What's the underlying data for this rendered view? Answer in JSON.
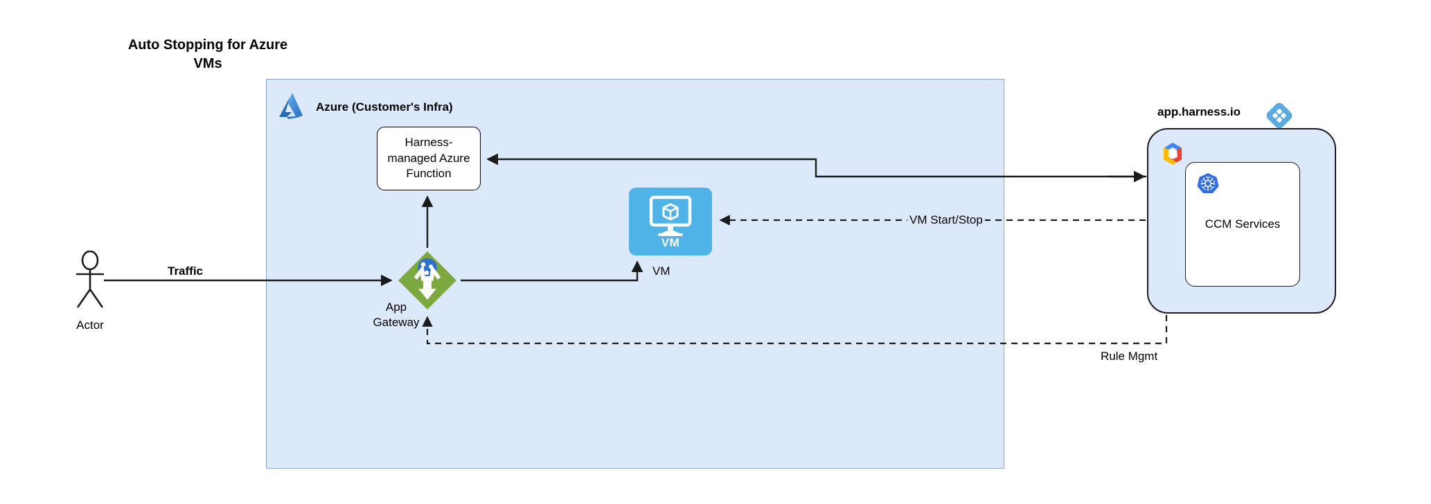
{
  "title": "Auto Stopping for Azure\nVMs",
  "azure_container": {
    "label": "Azure (Customer's Infra)",
    "icon": "azure-logo-icon",
    "fill_color": "#dce9fb",
    "border_color": "#8ba6d0"
  },
  "nodes": {
    "azure_function": {
      "label": "Harness-\nmanaged Azure\nFunction",
      "shape": "rounded-rect",
      "fill_color": "#ffffff"
    },
    "app_gateway": {
      "label": "App\nGateway",
      "icon": "app-gateway-icon",
      "shape": "diamond",
      "fill_color": "#7ba83f"
    },
    "vm": {
      "label": "VM",
      "icon_text": "VM",
      "icon": "virtual-machine-icon",
      "fill_color": "#4fb3e8"
    },
    "actor": {
      "label": "Actor",
      "icon": "actor-stick-figure-icon"
    }
  },
  "harness": {
    "title": "app.harness.io",
    "logo_icon": "harness-logo-icon",
    "logo_color": "#5aaae0",
    "cloud_icon": "gcp-logo-icon",
    "panel_fill_color": "#dce9fb",
    "service_box": {
      "label": "CCM Services",
      "icon": "kubernetes-logo-icon",
      "icon_color": "#326ce5",
      "fill_color": "#ffffff"
    }
  },
  "edges": [
    {
      "name": "traffic",
      "label": "Traffic",
      "style": "solid",
      "bold_label": true,
      "from": "actor",
      "to": "app_gateway"
    },
    {
      "name": "gateway-to-vm",
      "label": "",
      "style": "solid",
      "from": "app_gateway",
      "to": "vm"
    },
    {
      "name": "gateway-to-function",
      "label": "",
      "style": "solid",
      "from": "app_gateway",
      "to": "azure_function"
    },
    {
      "name": "harness-to-function",
      "label": "",
      "style": "solid",
      "from": "harness",
      "to": "azure_function"
    },
    {
      "name": "function-to-harness",
      "label": "",
      "style": "solid",
      "from": "azure_function",
      "to": "harness"
    },
    {
      "name": "vm-start-stop",
      "label": "VM Start/Stop",
      "style": "dashed",
      "from": "harness",
      "to": "vm"
    },
    {
      "name": "rule-mgmt",
      "label": "Rule Mgmt",
      "style": "dashed",
      "from": "harness",
      "to": "app_gateway"
    }
  ]
}
